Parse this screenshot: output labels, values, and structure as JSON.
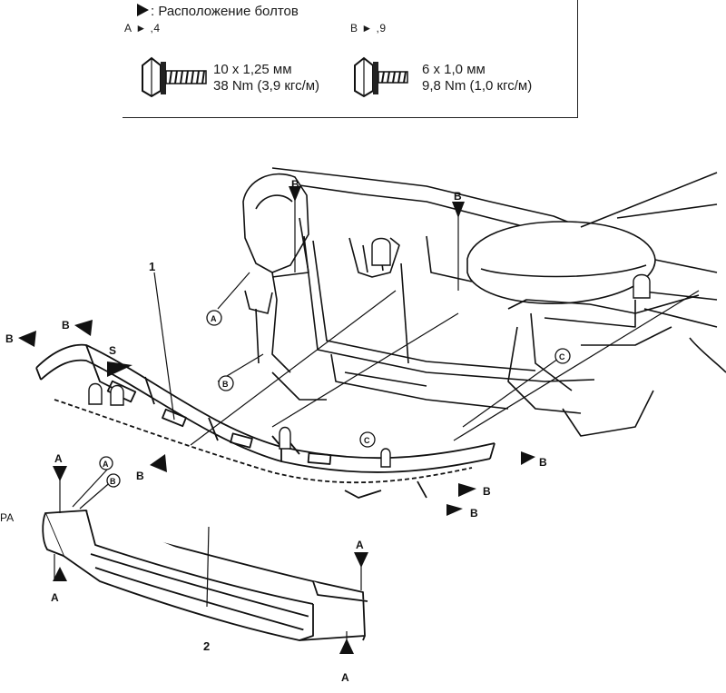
{
  "legend": {
    "title": ": Расположение болтов",
    "count_a": "А ► ,4",
    "count_b": "В ► ,9",
    "bolt_a": {
      "size": "10 x 1,25 мм",
      "torque": "38 Nm (3,9 кгс/м)"
    },
    "bolt_b": {
      "size": "6 x 1,0 мм",
      "torque": "9,8 Nm (1,0 кгс/м)"
    }
  },
  "callouts": {
    "part_1": "1",
    "part_2": "2",
    "letter_a": "A",
    "letter_b": "B",
    "letter_s": "S",
    "circle_a": "A",
    "circle_b": "B",
    "circle_c": "C",
    "edge_text": "PA"
  },
  "colors": {
    "ink": "#111111",
    "paper": "#ffffff"
  }
}
